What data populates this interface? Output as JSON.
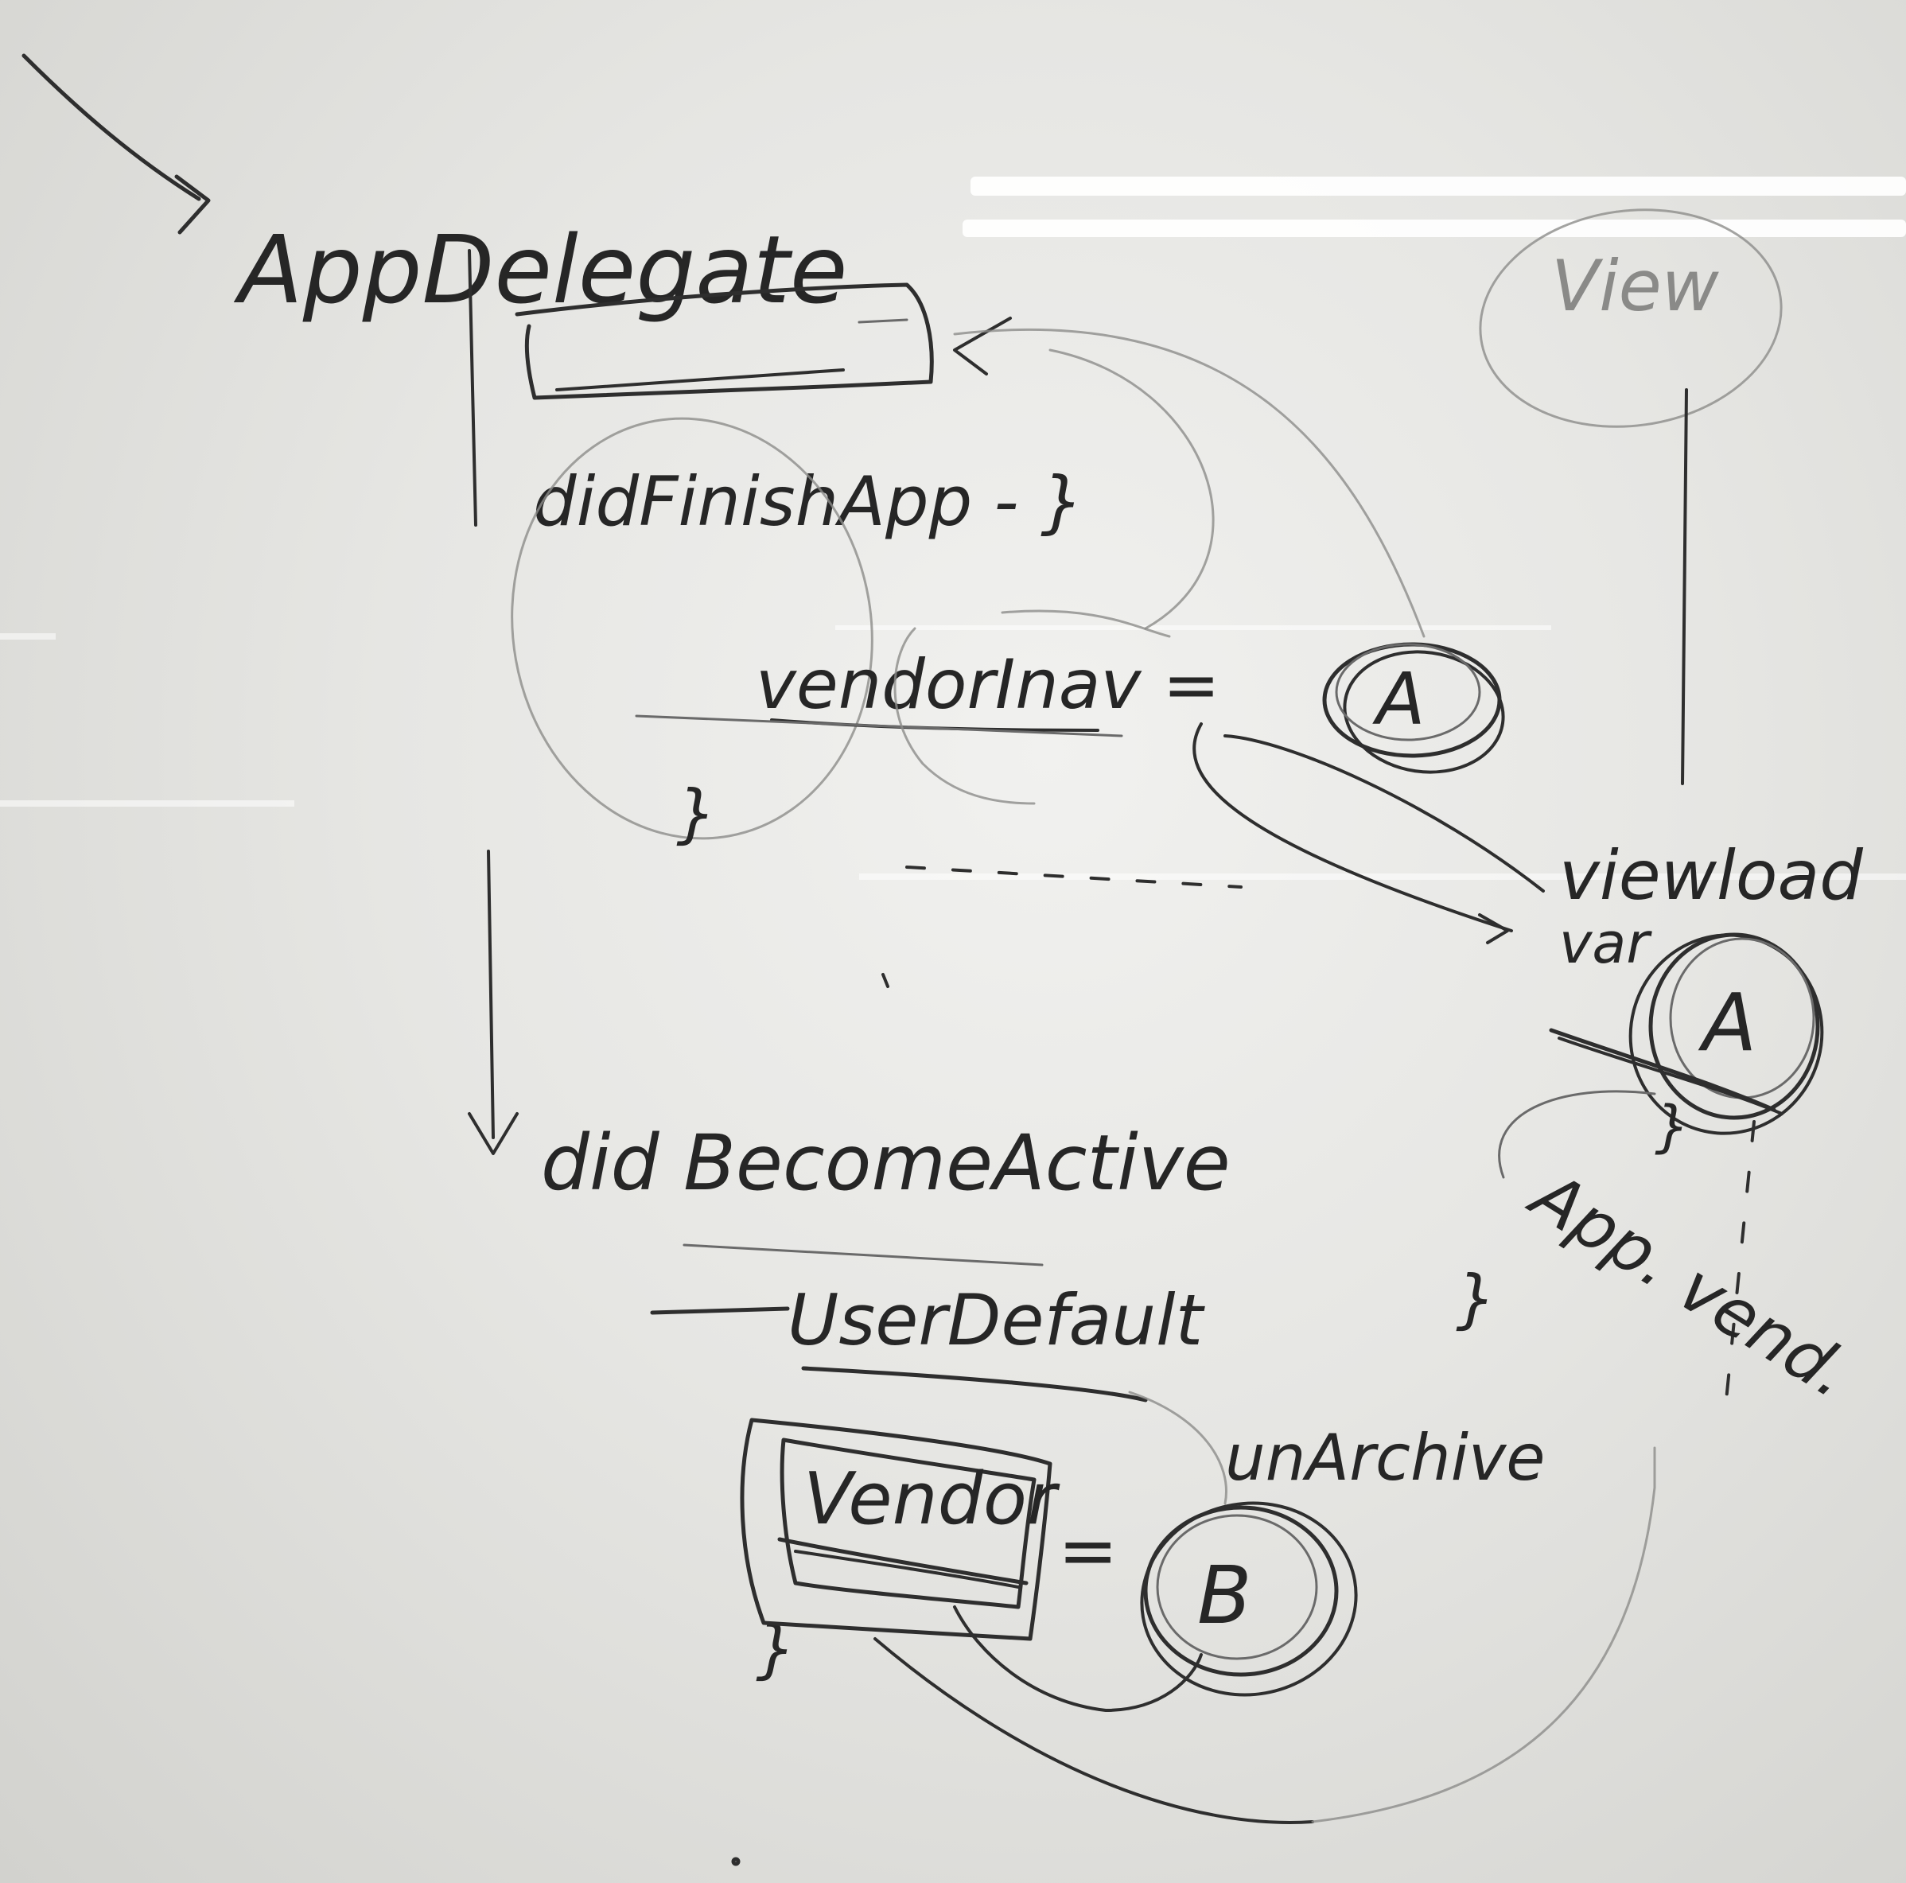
{
  "whiteboard": {
    "labels": {
      "app_delegate": "AppDelegate",
      "did_finish": "didFinishApp - }",
      "vendor_assign": "vendorInav =",
      "circle_a_top": "A",
      "view_top": "View",
      "view_load": "viewload",
      "var_label": "var",
      "circle_a_right": "A",
      "app_vendor": "App. vend.",
      "did_become_active": "did BecomeActive",
      "user_default": "UserDefault",
      "vendor_box": "Vendor",
      "circle_b": "B",
      "unarchive": "unArchive",
      "equals_bottom": "=",
      "brace_1": "}",
      "brace_2": "}",
      "brace_3": "}",
      "brace_4": "}"
    }
  }
}
